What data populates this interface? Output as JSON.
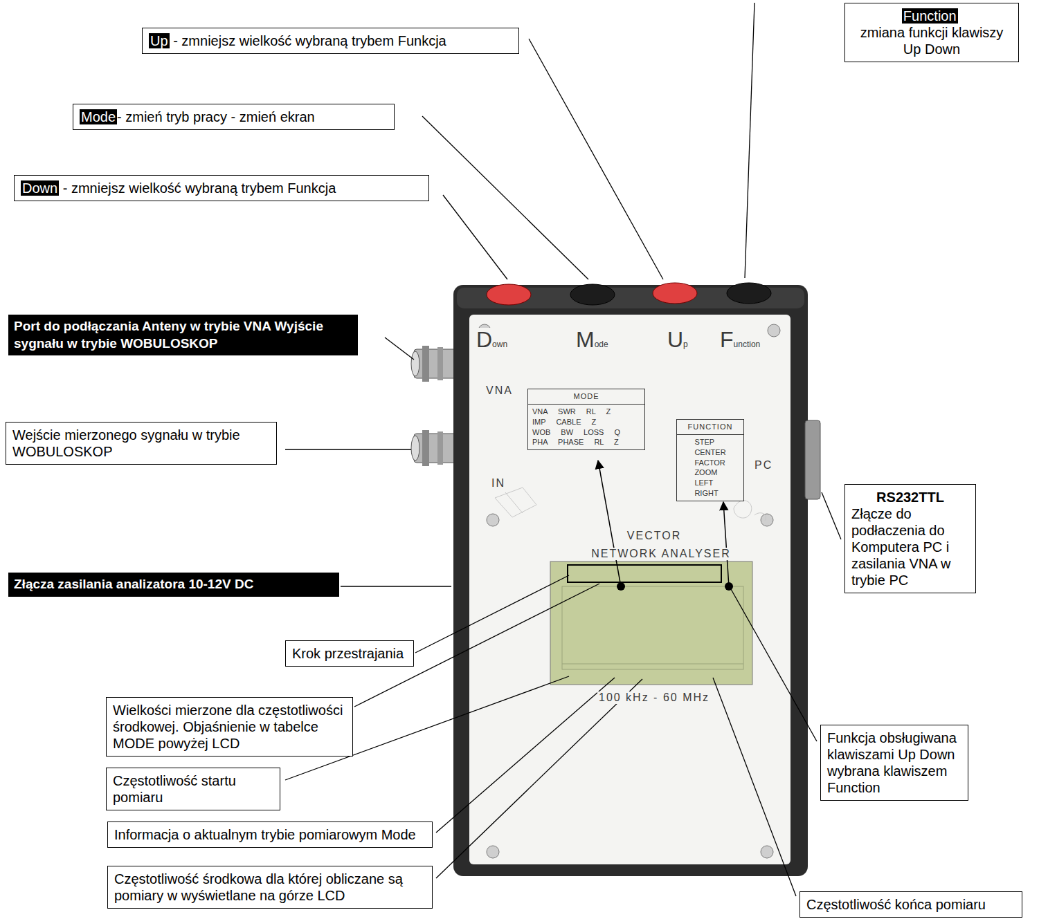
{
  "diagram": {
    "nodes": [
      {
        "text": [
          "Up",
          "- zmniejsz wielkość wybraną trybem Funkcja"
        ]
      },
      {
        "text": [
          "Function",
          "zmiana funkcji klawiszy Up Down"
        ]
      },
      {
        "text": [
          "Mode",
          "- zmień tryb pracy - zmień ekran"
        ]
      },
      {
        "text": [
          "Down",
          "- zmniejsz wielkość wybraną trybem Funkcja"
        ]
      },
      {
        "text": [
          "Port do podłączania Anteny w trybie VNA Wyjście sygnału w trybie WOBULOSKOP"
        ]
      },
      {
        "text": [
          "Wejście mierzonego sygnału w trybie WOBULOSKOP"
        ]
      },
      {
        "text": [
          "RS232TTL",
          "Złącze do podłaczenia do Komputera PC i zasilania VNA w trybie PC"
        ]
      },
      {
        "text": [
          "Złącza zasilania analizatora 10-12V DC"
        ]
      },
      {
        "text": [
          "Krok przestrajania"
        ]
      },
      {
        "text": [
          "Wielkości mierzone dla częstotliwości środkowej. Objaśnienie w tabelce MODE powyżej LCD"
        ]
      },
      {
        "text": [
          "Częstotliwość startu pomiaru"
        ]
      },
      {
        "text": [
          "Funkcja obsługiwana klawiszami Up Down wybrana klawiszem Function"
        ]
      },
      {
        "text": [
          "Informacja o aktualnym trybie pomiarowym Mode"
        ]
      },
      {
        "text": [
          "Częstotliwość środkowa dla której obliczane są pomiary w wyświetlane na górze LCD"
        ]
      },
      {
        "text": [
          "Częstotliwość końca pomiaru"
        ]
      },
      {
        "text": [
          "MODE",
          "VNA SWR RL Z",
          "IMP CABLE Z",
          "WOB BW LOSS Q",
          "PHA PHASE RL Z"
        ]
      },
      {
        "text": [
          "FUNCTION",
          "STEP CENTER FACTOR ZOOM LEFT RIGHT"
        ]
      }
    ],
    "labels": [
      "Down",
      "Mode",
      "Up",
      "Function",
      "VNA",
      "IN",
      "PC",
      "VECTOR",
      "NETWORK ANALYSER",
      "100 kHz - 60 MHz"
    ]
  }
}
